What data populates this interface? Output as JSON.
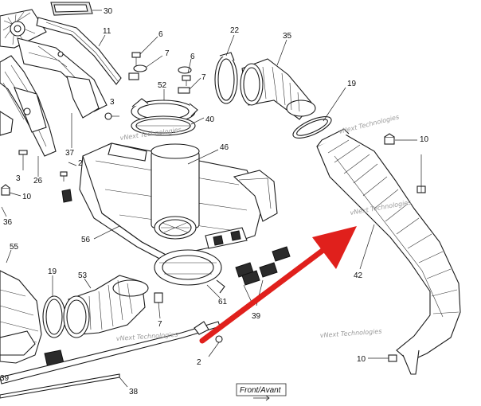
{
  "callouts": {
    "c30": "30",
    "c11": "11",
    "c6a": "6",
    "c7a": "7",
    "c6b": "6",
    "c7b": "7",
    "c22": "22",
    "c35": "35",
    "c19a": "19",
    "c3a": "3",
    "c52": "52",
    "c40": "40",
    "c46": "46",
    "c37": "37",
    "c2a": "2",
    "c3b": "3",
    "c26": "26",
    "c10a": "10",
    "c36": "36",
    "c56": "56",
    "c55": "55",
    "c19b": "19",
    "c53": "53",
    "c7c": "7",
    "c61": "61",
    "c39a": "39",
    "c39b": "39",
    "c2b": "2",
    "c38": "38",
    "c42": "42",
    "c10b": "10",
    "c10c": "10"
  },
  "watermarks": {
    "wm1": "vNext Technologies",
    "wm2": "vNext Technologies",
    "wm3": "vNext Technologies",
    "wm4": "vNext Technologies",
    "wm5": "vNext Technologies"
  },
  "front_label": "Front/Avant",
  "colors": {
    "arrow": "#e0201c",
    "line": "#1a1a1a",
    "background": "#ffffff"
  }
}
